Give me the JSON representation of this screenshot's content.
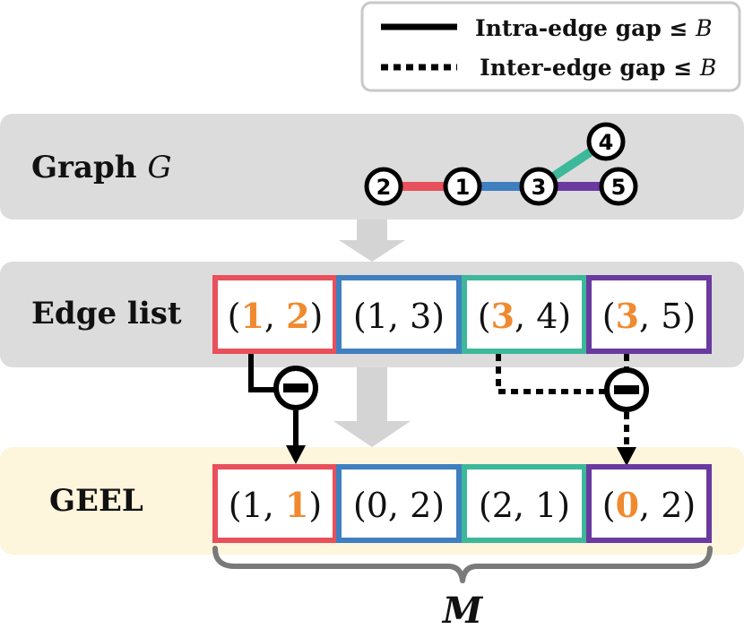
{
  "legend": {
    "intra_prefix": "Intra-edge gap ≤ ",
    "inter_prefix": "Inter-edge gap ≤ ",
    "symbol": "B"
  },
  "rows": {
    "graph_label": "Graph ",
    "graph_symbol": "G",
    "edge_label": "Edge list",
    "geel_label": "GEEL"
  },
  "nodes": [
    "2",
    "1",
    "3",
    "4",
    "5"
  ],
  "edge_list": [
    {
      "a": "1",
      "b": "2",
      "highlight_a": true,
      "highlight_b": true,
      "color": "#e8505b"
    },
    {
      "a": "1",
      "b": "3",
      "highlight_a": false,
      "highlight_b": false,
      "color": "#3f7fc0"
    },
    {
      "a": "3",
      "b": "4",
      "highlight_a": true,
      "highlight_b": false,
      "color": "#3db89a"
    },
    {
      "a": "3",
      "b": "5",
      "highlight_a": true,
      "highlight_b": false,
      "color": "#6a3aa0"
    }
  ],
  "geel": [
    {
      "a": "1",
      "b": "1",
      "highlight_a": false,
      "highlight_b": true,
      "color": "#e8505b"
    },
    {
      "a": "0",
      "b": "2",
      "highlight_a": false,
      "highlight_b": false,
      "color": "#3f7fc0"
    },
    {
      "a": "2",
      "b": "1",
      "highlight_a": false,
      "highlight_b": false,
      "color": "#3db89a"
    },
    {
      "a": "0",
      "b": "2",
      "highlight_a": true,
      "highlight_b": false,
      "color": "#6a3aa0"
    }
  ],
  "brace_label": "M",
  "colors": {
    "highlight": "#f08a30",
    "row_gray": "#dcdcdc",
    "geel_bg": "#fdf5dc",
    "arrow_gray": "#d4d4d4",
    "brace": "#7a7a7a"
  }
}
